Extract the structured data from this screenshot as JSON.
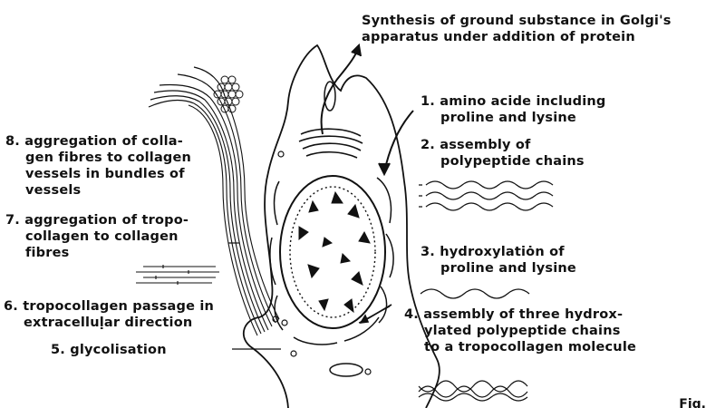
{
  "diagram": {
    "top_caption": {
      "line1": "Synthesis of ground substance in Golgi's",
      "line2": "apparatus under addition of protein"
    },
    "steps": [
      {
        "line1": "1. amino acide including",
        "line2": "proline and lysine"
      },
      {
        "line1": "2. assembly of",
        "line2": "polypeptide chains"
      },
      {
        "line1": "3. hydroxylatiȯn of",
        "line2": "proline and lysine"
      },
      {
        "line1": "4. assembly of three hydrox-",
        "line2": "ylated polypeptide chains",
        "line3": "to a tropocollagen molecule"
      },
      {
        "line1": "5. glycolisation"
      },
      {
        "line1": "6. tropocollagen passage in",
        "line2": "extracelluḷar direction"
      },
      {
        "line1": "7. aggregation of tropo-",
        "line2": "collagen to collagen",
        "line3": "fibres"
      },
      {
        "line1": "8. aggregation of colla-",
        "line2": "gen fibres to collagen",
        "line3": "vessels in bundles of",
        "line4": "vessels"
      }
    ],
    "figure_tag": "Fig."
  }
}
